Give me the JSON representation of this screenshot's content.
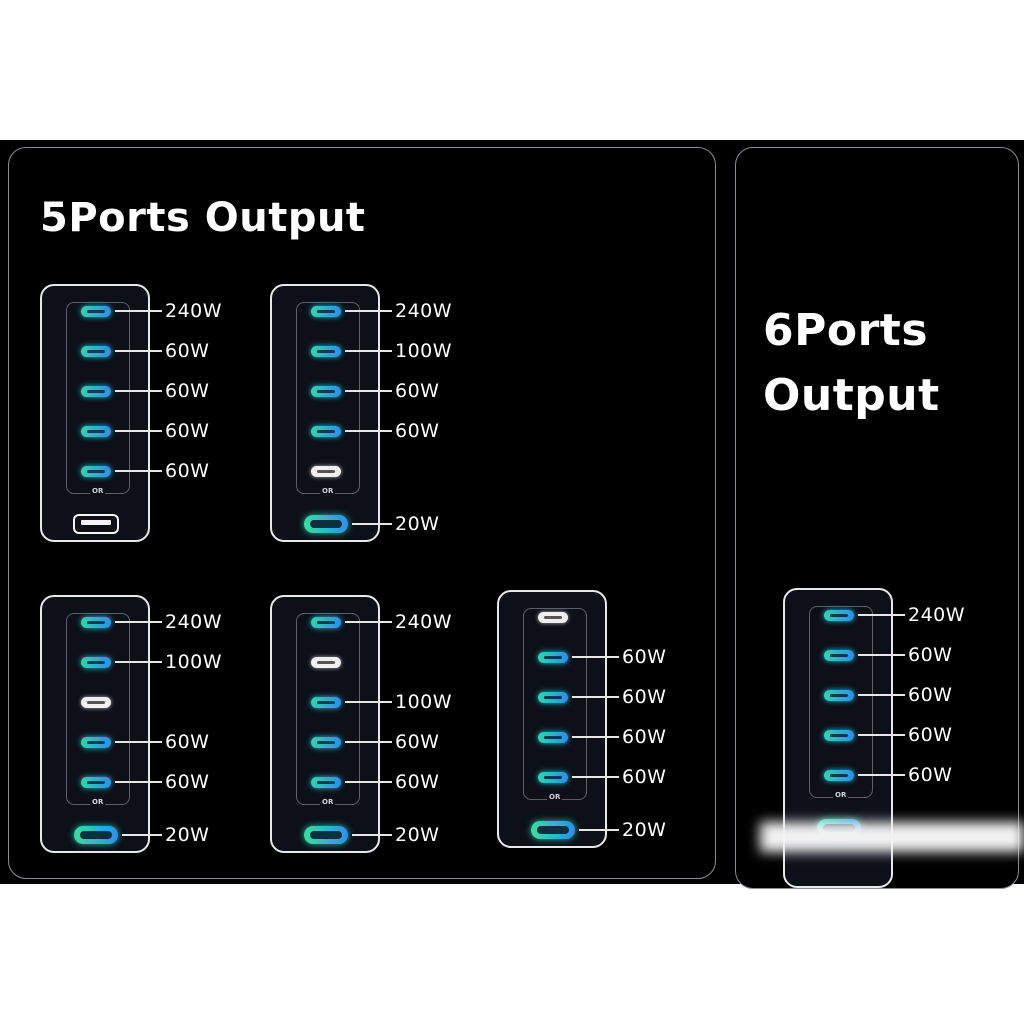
{
  "panels": {
    "five_ports": {
      "title": "5Ports Output"
    },
    "six_ports": {
      "title_line1": "6Ports",
      "title_line2": "Output"
    }
  },
  "or_label": "OR",
  "devices": [
    {
      "panel": "five",
      "ports": [
        {
          "type": "usb-c",
          "label": "240W"
        },
        {
          "type": "usb-c",
          "label": "60W"
        },
        {
          "type": "usb-c",
          "label": "60W"
        },
        {
          "type": "usb-c",
          "label": "60W"
        },
        {
          "type": "usb-c",
          "label": "60W"
        },
        {
          "type": "usb-a",
          "label": ""
        }
      ]
    },
    {
      "panel": "five",
      "ports": [
        {
          "type": "usb-c",
          "label": "240W"
        },
        {
          "type": "usb-c",
          "label": "100W"
        },
        {
          "type": "usb-c",
          "label": "60W"
        },
        {
          "type": "usb-c",
          "label": "60W"
        },
        {
          "type": "usb-c-white",
          "label": ""
        },
        {
          "type": "usb-c-large",
          "label": "20W"
        }
      ]
    },
    {
      "panel": "five",
      "ports": [
        {
          "type": "usb-c",
          "label": "240W"
        },
        {
          "type": "usb-c",
          "label": "100W"
        },
        {
          "type": "usb-c-white",
          "label": ""
        },
        {
          "type": "usb-c",
          "label": "60W"
        },
        {
          "type": "usb-c",
          "label": "60W"
        },
        {
          "type": "usb-c-large",
          "label": "20W"
        }
      ]
    },
    {
      "panel": "five",
      "ports": [
        {
          "type": "usb-c",
          "label": "240W"
        },
        {
          "type": "usb-c-white",
          "label": ""
        },
        {
          "type": "usb-c",
          "label": "100W"
        },
        {
          "type": "usb-c",
          "label": "60W"
        },
        {
          "type": "usb-c",
          "label": "60W"
        },
        {
          "type": "usb-c-large",
          "label": "20W"
        }
      ]
    },
    {
      "panel": "five",
      "ports": [
        {
          "type": "usb-c-white",
          "label": ""
        },
        {
          "type": "usb-c",
          "label": "60W"
        },
        {
          "type": "usb-c",
          "label": "60W"
        },
        {
          "type": "usb-c",
          "label": "60W"
        },
        {
          "type": "usb-c",
          "label": "60W"
        },
        {
          "type": "usb-c-large",
          "label": "20W"
        }
      ]
    },
    {
      "panel": "six",
      "ports": [
        {
          "type": "usb-c",
          "label": "240W"
        },
        {
          "type": "usb-c",
          "label": "60W"
        },
        {
          "type": "usb-c",
          "label": "60W"
        },
        {
          "type": "usb-c",
          "label": "60W"
        },
        {
          "type": "usb-c",
          "label": "60W"
        },
        {
          "type": "usb-c-large",
          "label": ""
        }
      ]
    }
  ]
}
